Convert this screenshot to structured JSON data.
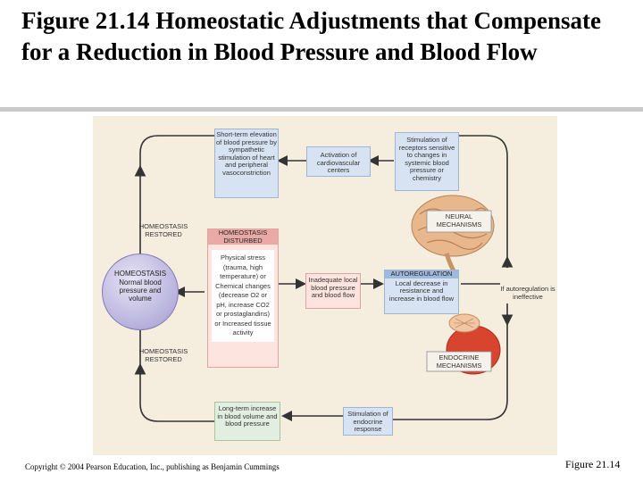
{
  "title": "Figure 21.14 Homeostatic Adjustments that Compensate for a Reduction in Blood Pressure and Blood Flow",
  "diagram": {
    "short_term": "Short-term elevation of blood pressure by sympathetic stimulation of heart and peripheral vasoconstriction",
    "activation": "Activation of cardiovascular centers",
    "stimulation_receptors": "Stimulation of receptors sensitive to changes in systemic blood pressure or chemistry",
    "neural": "NEURAL MECHANISMS",
    "restored_top": "HOMEOSTASIS RESTORED",
    "disturbed_header": "HOMEOSTASIS DISTURBED",
    "disturbed_body": "Physical stress (trauma, high temperature) or Chemical changes (decrease O2 or pH, increase CO2 or prostaglandins) or Increased tissue activity",
    "inadequate": "Inadequate local blood pressure and blood flow",
    "autoregulation_header": "AUTOREGULATION",
    "autoregulation_body": "Local decrease in resistance and increase in blood flow",
    "if_ineffective": "If autoregulation is ineffective",
    "homeostasis_circle_title": "HOMEOSTASIS",
    "homeostasis_circle_body": "Normal blood pressure and volume",
    "restored_bottom": "HOMEOSTASIS RESTORED",
    "endocrine": "ENDOCRINE MECHANISMS",
    "long_term": "Long-term increase in blood volume and blood pressure",
    "stimulation_endocrine": "Stimulation of endocrine response"
  },
  "footer": {
    "copyright": "Copyright © 2004 Pearson Education, Inc., publishing as Benjamin Cummings",
    "figure_ref": "Figure 21.14"
  }
}
